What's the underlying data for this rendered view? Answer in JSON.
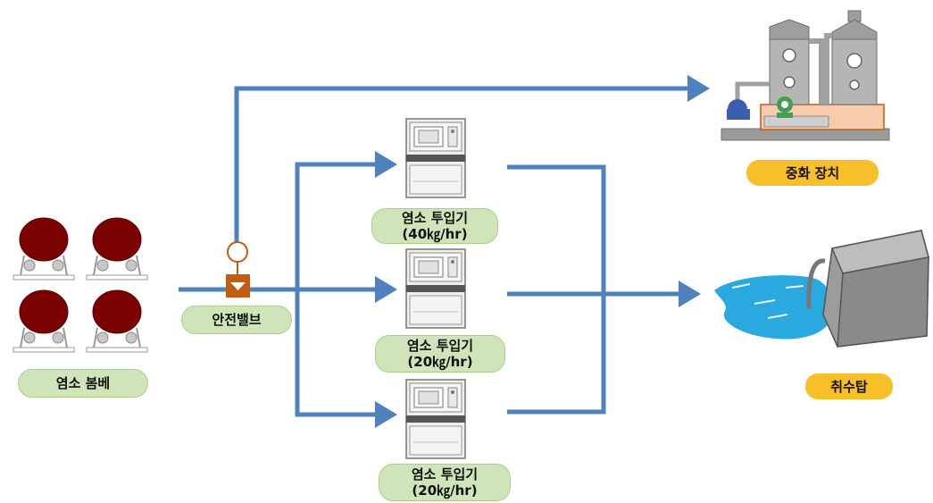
{
  "labels": {
    "chlorine_cylinders": "염소 봄베",
    "safety_valve": "안전밸브",
    "neutralizer": "중화 장치",
    "intake_tower": "취수탑",
    "injectors": [
      {
        "name": "염소 투입기",
        "capacity": "(40㎏/hr)"
      },
      {
        "name": "염소 투입기",
        "capacity": "(20㎏/hr)"
      },
      {
        "name": "염소 투입기",
        "capacity": "(20㎏/hr)"
      }
    ]
  },
  "colors": {
    "flow_arrow": "#4f81bd",
    "cylinder": "#7b0000",
    "green_label": "#cfe5b9",
    "yellow_label": "#f7bf2a",
    "valve": "#c55a11",
    "neutralizer_base": "#f8cbad",
    "water": "#29a9e0"
  },
  "icons": [
    "gas-cylinder-icon",
    "chlorinator-machine-icon",
    "safety-valve-icon",
    "neutralizer-plant-icon",
    "intake-tower-icon"
  ]
}
